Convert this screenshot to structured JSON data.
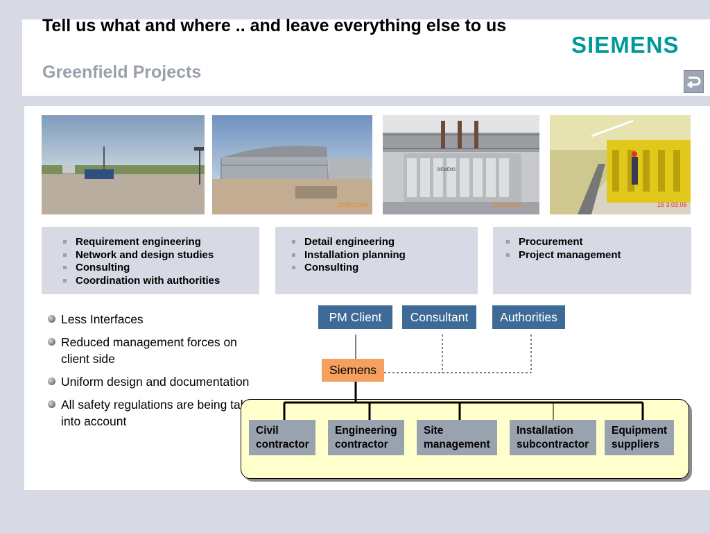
{
  "header": {
    "title": "Tell us what and where .. and leave everything else to us",
    "subtitle": "Greenfield Projects",
    "logo_text": "SIEMENS",
    "back_icon": "return-arrow-icon"
  },
  "photos": [
    {
      "name": "construction-site-photo"
    },
    {
      "name": "hall-construction-photo",
      "stamp": "2008/03/06"
    },
    {
      "name": "transformer-photo",
      "stamp": "2008/05/05",
      "label": "SIEMENS"
    },
    {
      "name": "switchgear-room-photo",
      "stamp": "15  3.03.06"
    }
  ],
  "tasks": [
    {
      "items": [
        "Requirement engineering",
        "Network and design studies",
        "Consulting",
        "Coordination with authorities"
      ]
    },
    {
      "items": [
        "Detail engineering",
        "Installation planning",
        "Consulting"
      ]
    },
    {
      "items": [
        "Procurement",
        "Project management"
      ]
    }
  ],
  "benefits": [
    "Less Interfaces",
    "Reduced management forces on client side",
    "Uniform design and documentation",
    "All safety regulations are being taken into account"
  ],
  "org": {
    "pm_client": "PM Client",
    "consultant": "Consultant",
    "authorities": "Authorities",
    "siemens": "Siemens",
    "contractors": [
      {
        "line1": "Civil",
        "line2": "contractor"
      },
      {
        "line1": "Engineering",
        "line2": "contractor"
      },
      {
        "line1": "Site",
        "line2": "management"
      },
      {
        "line1": "Installation",
        "line2": "subcontractor"
      },
      {
        "line1": "Equipment",
        "line2": "suppliers"
      }
    ]
  },
  "colors": {
    "org_box": "#3d6a96",
    "siemens_box": "#f5a05e",
    "contractor_area": "#ffffcc",
    "contractor_box": "#99a3b0",
    "logo": "#009999",
    "subtitle": "#9aa0ab"
  }
}
